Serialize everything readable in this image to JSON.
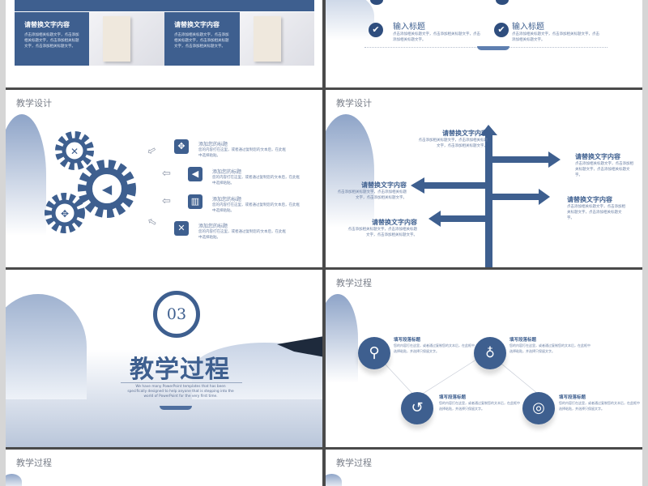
{
  "colors": {
    "accent": "#3e5f8f",
    "background": "#d6d6d6"
  },
  "slide1": {
    "cards": [
      {
        "title": "请替换文字内容",
        "body": "点击添加相关标题文字，点击添加相关标题文字，点击添加相关标题文字，点击添加相关标题文字。"
      },
      {
        "title": "请替换文字内容",
        "body": "点击添加相关标题文字，点击添加相关标题文字，点击添加相关标题文字，点击添加相关标题文字。"
      }
    ]
  },
  "slide2": {
    "items": [
      {
        "title": "输入标题",
        "body": "点击添加相关标题文字，点击添加相关标题文字，点击添加相关标题文字。",
        "icon": "check-icon"
      },
      {
        "title": "输入标题",
        "body": "点击添加相关标题文字，点击添加相关标题文字，点击添加相关标题文字。",
        "icon": "check-icon"
      }
    ]
  },
  "slide3": {
    "title": "教学设计",
    "items": [
      {
        "title": "添加您的标题",
        "body": "您的内容打在这里，或者通过复制您的文本后，在此框中选择粘贴。",
        "icon": "crosshair-icon"
      },
      {
        "title": "添加您的标题",
        "body": "您的内容打在这里，或者通过复制您的文本后，在此框中选择粘贴。",
        "icon": "megaphone-icon"
      },
      {
        "title": "添加您的标题",
        "body": "您的内容打在这里，或者通过复制您的文本后，在此框中选择粘贴。",
        "icon": "trash-icon"
      },
      {
        "title": "添加您的标题",
        "body": "您的内容打在这里，或者通过复制您的文本后，在此框中选择粘贴。",
        "icon": "tools-icon"
      }
    ]
  },
  "slide4": {
    "title": "教学设计",
    "items": [
      {
        "title": "请替换文字内容",
        "body": "点击添加相关标题文字，点击添加相关标题文字，点击添加相关标题文字。"
      },
      {
        "title": "请替换文字内容",
        "body": "点击添加相关标题文字，点击添加相关标题文字，点击添加相关标题文字。"
      },
      {
        "title": "请替换文字内容",
        "body": "点击添加相关标题文字，点击添加相关标题文字，点击添加相关标题文字。"
      },
      {
        "title": "请替换文字内容",
        "body": "点击添加相关标题文字，点击添加相关标题文字，点击添加相关标题文字。"
      },
      {
        "title": "请替换文字内容",
        "body": "点击添加相关标题文字，点击添加相关标题文字，点击添加相关标题文字。"
      }
    ]
  },
  "slide5": {
    "number": "03",
    "title": "教学过程",
    "subtitle": "We have many PowerPoint templates that has been specifically designed to help anyone that is stepping into the world of PowerPoint for the very first time."
  },
  "slide6": {
    "title": "教学过程",
    "items": [
      {
        "title": "填写段落标题",
        "body": "您的内容打在这里，或者通过复制您的文本后，在此框中选择粘贴，并选择只保留文字。",
        "icon": "search-icon"
      },
      {
        "title": "填写段落标题",
        "body": "您的内容打在这里，或者通过复制您的文本后，在此框中选择粘贴，并选择只保留文字。",
        "icon": "lightbulb-icon"
      },
      {
        "title": "填写段落标题",
        "body": "您的内容打在这里，或者通过复制您的文本后，在此框中选择粘贴，并选择只保留文字。",
        "icon": "undo-icon"
      },
      {
        "title": "填写段落标题",
        "body": "您的内容打在这里，或者通过复制您的文本后，在此框中选择粘贴，并选择只保留文字。",
        "icon": "target-icon"
      }
    ]
  },
  "slide7": {
    "title": "教学过程"
  },
  "slide8": {
    "title": "教学过程"
  }
}
